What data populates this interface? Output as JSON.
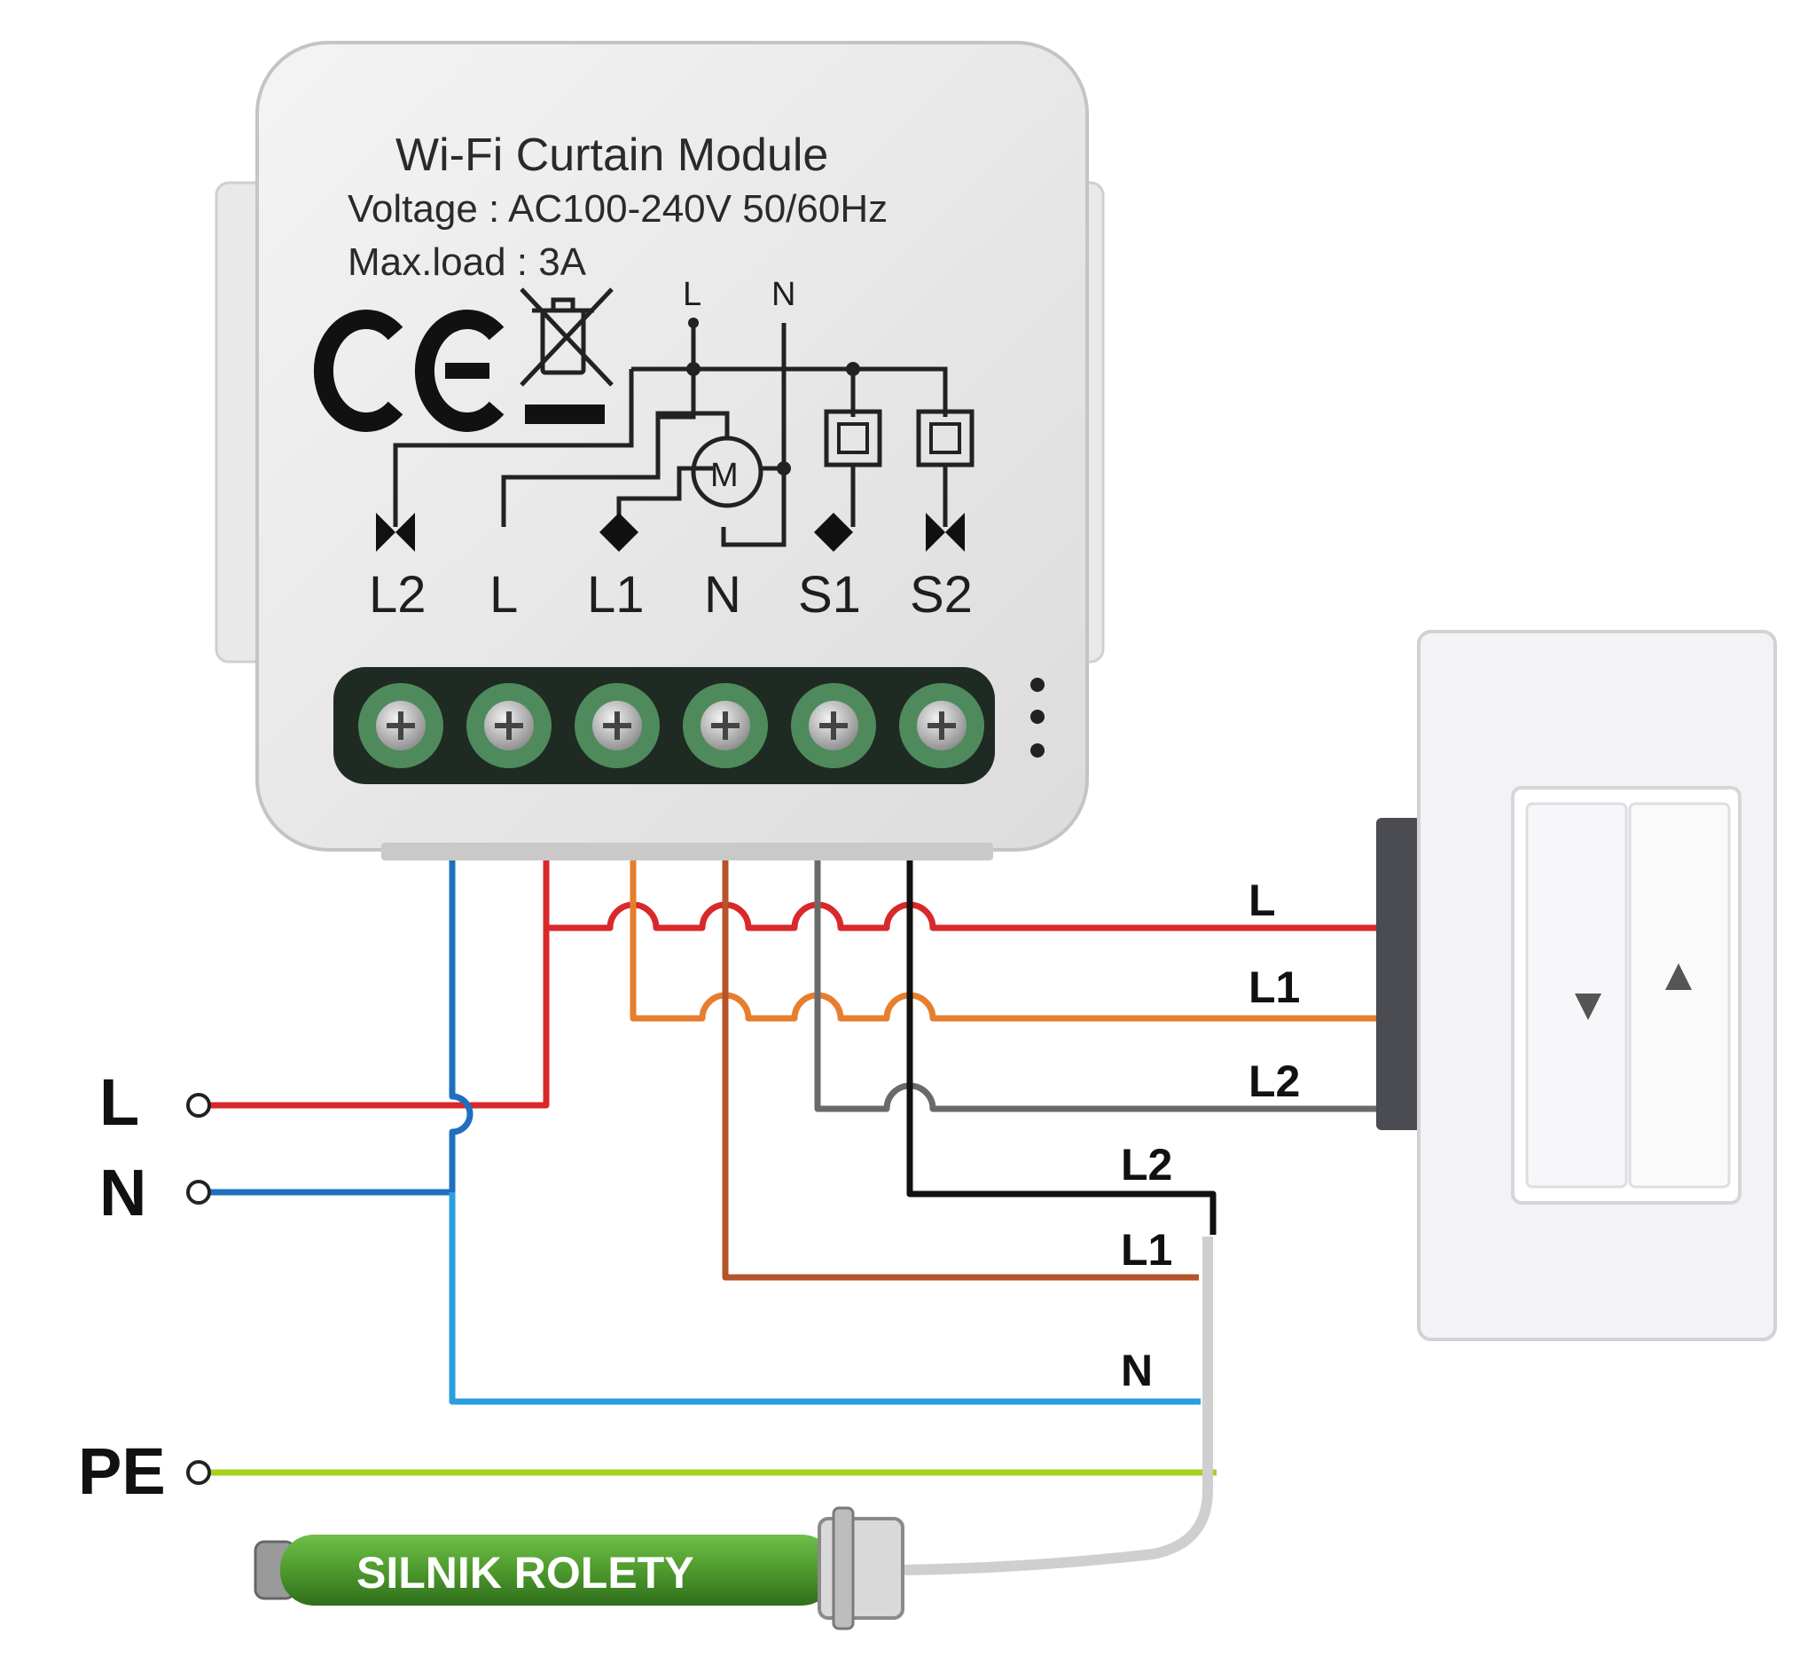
{
  "module": {
    "title": "Wi-Fi Curtain Module",
    "voltage": "Voltage : AC100-240V 50/60Hz",
    "max_load": "Max.load : 3A",
    "ce_mark": "CE",
    "schematic_labels": {
      "top_l": "L",
      "top_n": "N",
      "motor": "M"
    },
    "terminals": [
      "L2",
      "L",
      "L1",
      "N",
      "S1",
      "S2"
    ]
  },
  "inputs": {
    "live": "L",
    "neutral": "N",
    "earth": "PE"
  },
  "switch_wires": {
    "l": "L",
    "l1": "L1",
    "l2": "L2"
  },
  "motor_wires": {
    "l2": "L2",
    "l1": "L1",
    "n": "N"
  },
  "motor_name": "SILNIK ROLETY",
  "colors": {
    "live": "#d9282a",
    "neutral": "#1f6fbf",
    "neutral_light": "#2a9fe0",
    "l1_out": "#e67e2e",
    "motor_l1": "#b5532a",
    "s1": "#6a6a6a",
    "s2": "#111111",
    "earth": "#a6d21c",
    "motor_body": "#4e9a2e"
  }
}
